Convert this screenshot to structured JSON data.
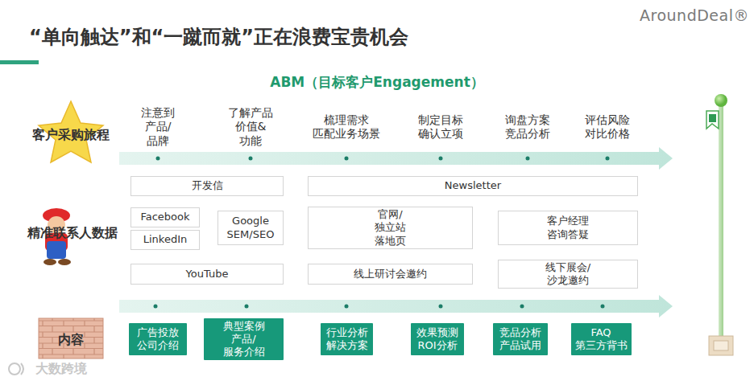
{
  "diagram": {
    "title": "“单向触达”和“一蹴而就”正在浪费宝贵机会",
    "nodes": [
      {
        "text": [
          "开发信"
        ]
      },
      {
        "text": [
          "Newsletter"
        ]
      },
      {
        "text": [
          "Facebook"
        ]
      },
      {
        "text": [
          "LinkedIn"
        ]
      },
      {
        "text": [
          "Google SEM/SEO"
        ]
      },
      {
        "text": [
          "官网/独立站 落地页"
        ]
      },
      {
        "text": [
          "客户经理 咨询答疑"
        ]
      },
      {
        "text": [
          "YouTube"
        ]
      },
      {
        "text": [
          "线上研讨会邀约"
        ]
      },
      {
        "text": [
          "线下展会/沙龙邀约"
        ]
      },
      {
        "text": [
          "广告投放 公司介绍"
        ]
      },
      {
        "text": [
          "典型案例 产品/服务介绍"
        ]
      },
      {
        "text": [
          "行业分析 解决方案"
        ]
      },
      {
        "text": [
          "效果预测 ROI分析"
        ]
      },
      {
        "text": [
          "竞品分析 产品试用"
        ]
      },
      {
        "text": [
          "FAQ 第三方背书"
        ]
      }
    ],
    "labels": [
      "AroundDeal®",
      "ABM（目标客户Engagement）",
      "注意到 产品/品牌",
      "了解产品 价值&功能",
      "梳理需求 匹配业务场景",
      "制定目标 确认立项",
      "询盘方案 竞品分析",
      "评估风险 对比价格",
      "客户采购旅程",
      "精准联系人数据",
      "内容",
      "大数跨境"
    ]
  }
}
